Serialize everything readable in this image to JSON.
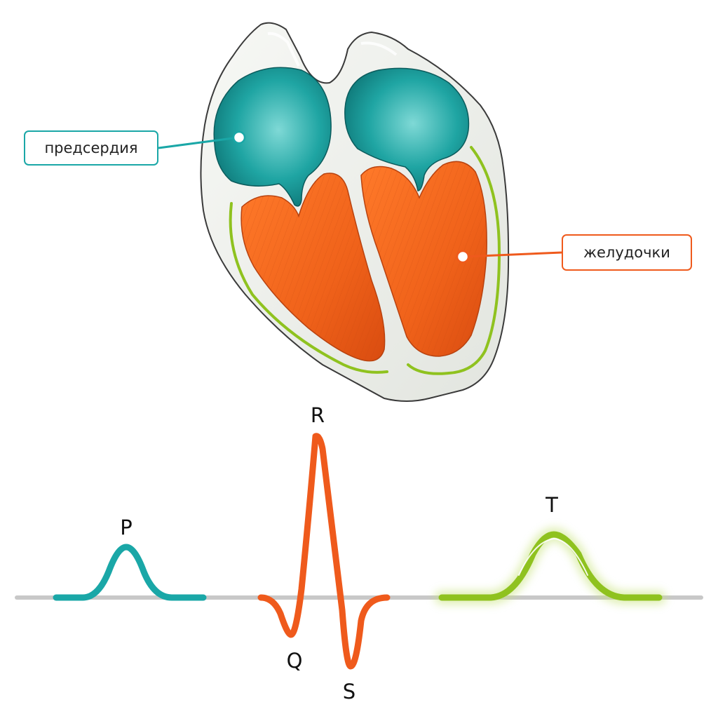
{
  "labels": {
    "atria": "предсердия",
    "ventricles": "желудочки"
  },
  "ecg": {
    "waves": {
      "p": "P",
      "q": "Q",
      "r": "R",
      "s": "S",
      "t": "T"
    }
  },
  "colors": {
    "atria": "#1aa7a7",
    "ventricles": "#ef5a1c",
    "conduction": "#8fc21f",
    "baseline": "#c8c8c8",
    "heart_wall": "#eef0ed"
  }
}
